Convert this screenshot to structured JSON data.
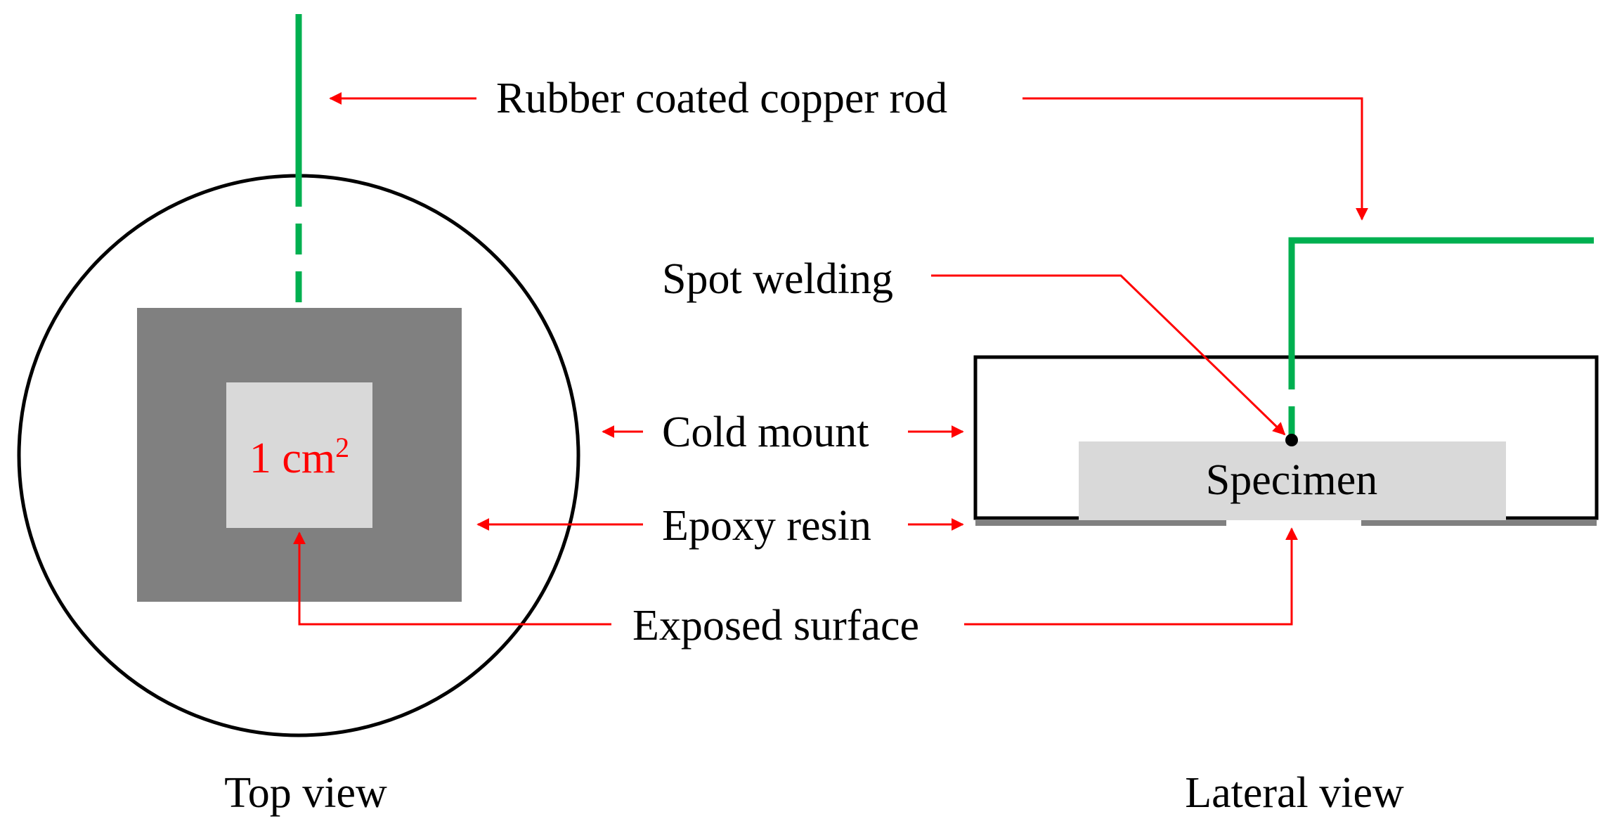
{
  "labels": {
    "rod": "Rubber coated copper rod",
    "spot_welding": "Spot welding",
    "cold_mount": "Cold mount",
    "epoxy_resin": "Epoxy resin",
    "exposed_surface": "Exposed surface",
    "specimen": "Specimen",
    "area_value": "1 cm",
    "area_exponent": "2",
    "top_view": "Top view",
    "lateral_view": "Lateral view"
  },
  "colors": {
    "rod": "#00b050",
    "arrow": "#ff0000",
    "outline": "#000000",
    "epoxy": "#808080",
    "specimen": "#d9d9d9",
    "area_text": "#ff0000"
  }
}
